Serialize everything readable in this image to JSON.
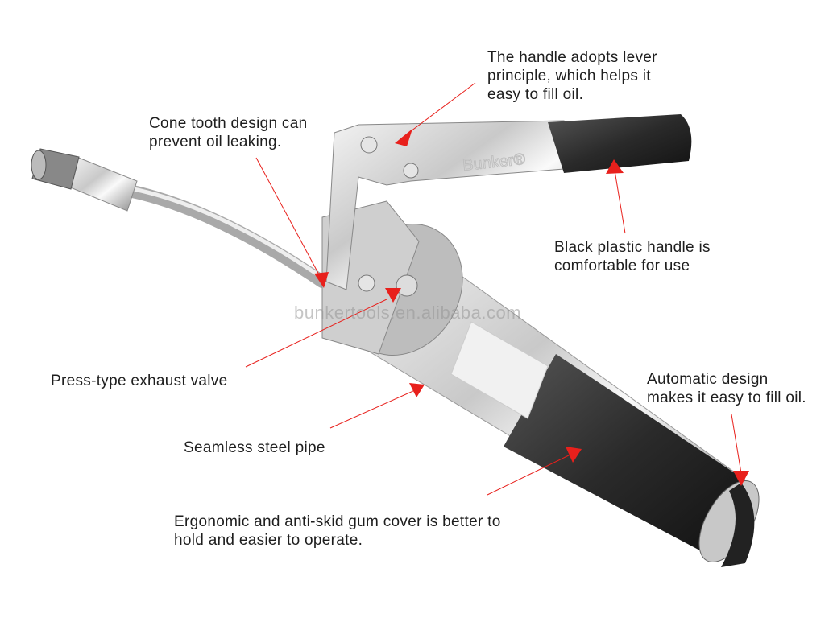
{
  "watermark": "bunkertools.en.alibaba.com",
  "brand_logo": "Bunker®",
  "colors": {
    "annotation": "#e8201c",
    "text": "#1e1e1e"
  },
  "annotations": {
    "handle_lever": [
      "The handle adopts lever",
      "principle, which helps it",
      "easy to fill oil."
    ],
    "cone_tooth": [
      "Cone tooth design can",
      "prevent oil leaking."
    ],
    "black_handle": [
      "Black plastic handle is",
      "comfortable for use"
    ],
    "exhaust_valve": [
      "Press-type exhaust valve"
    ],
    "automatic": [
      "Automatic design",
      "makes it easy to fill oil."
    ],
    "steel_pipe": [
      "Seamless steel pipe"
    ],
    "gum_cover": [
      "Ergonomic and anti-skid gum cover is better to",
      "hold and easier to operate."
    ]
  }
}
